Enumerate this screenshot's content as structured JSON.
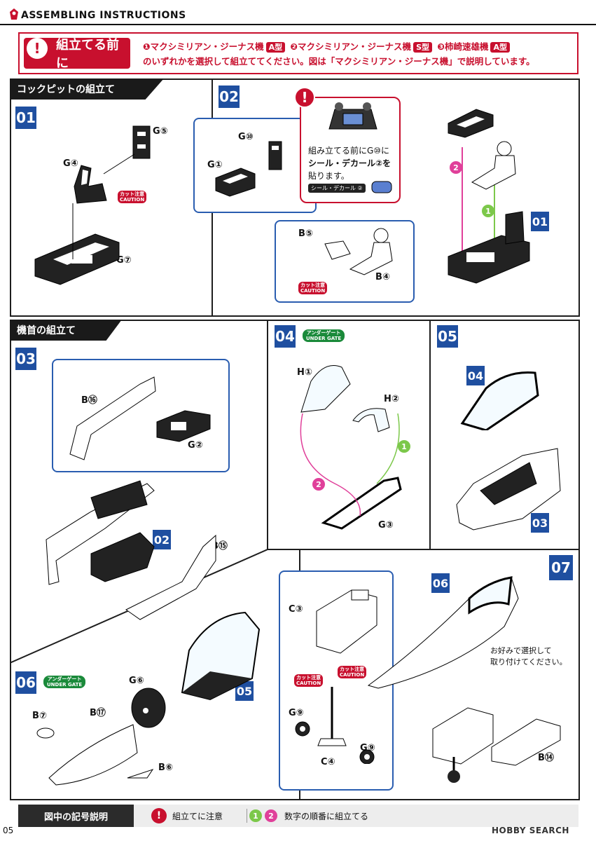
{
  "header": {
    "title": "ASSEMBLING INSTRUCTIONS"
  },
  "notice": {
    "badge": "組立てる前に",
    "line1_a": "❶マクシミリアン・ジーナス機",
    "type_a": "A型",
    "line1_b": "❷マクシミリアン・ジーナス機",
    "type_b": "S型",
    "line1_c": "❸柿崎速雄機",
    "type_c": "A型",
    "line2": "のいずれかを選択して組立ててください。図は「マクシミリアン・ジーナス機」で説明しています。"
  },
  "sections": {
    "cockpit": "コックピットの組立て",
    "nose": "機首の組立て"
  },
  "steps": {
    "s01": "01",
    "s02": "02",
    "s03": "03",
    "s04": "04",
    "s05": "05",
    "s06": "06",
    "s07": "07"
  },
  "parts": {
    "g5": "G⑤",
    "g4": "G④",
    "g7": "G⑦",
    "g10": "G⑩",
    "g1": "G①",
    "b5": "B⑤",
    "b4": "B④",
    "b16": "B⑯",
    "g2": "G②",
    "b15": "B⑮",
    "h1": "H①",
    "h2": "H②",
    "g3": "G③",
    "g6": "G⑥",
    "b7": "B⑦",
    "b17": "B⑰",
    "b6": "B⑥",
    "c3": "C③",
    "g9a": "G⑨",
    "g9b": "G⑨",
    "c4": "C④",
    "b14": "B⑭"
  },
  "refs": {
    "r01": "01",
    "r02": "02",
    "r04": "04",
    "r03": "03",
    "r05": "05",
    "r06": "06"
  },
  "caution": {
    "jp": "カット注意",
    "en": "CAUTION"
  },
  "under_gate": {
    "jp": "アンダーゲート",
    "en": "UNDER GATE"
  },
  "step02_note": {
    "line1": "組み立てる前にG⑩に",
    "line2": "シール・デカール②を",
    "line3": "貼ります。",
    "tag": "シール・デカール ②"
  },
  "step07_note": {
    "line1": "お好みで選択して",
    "line2": "取り付けてください。"
  },
  "order": {
    "one": "1",
    "two": "2"
  },
  "legend": {
    "title": "図中の記号説明",
    "warn": "組立てに注意",
    "order": "数字の順番に組立てる"
  },
  "footer": {
    "page": "05",
    "watermark": "HOBBY SEARCH"
  },
  "colors": {
    "step_blue": "#1f4fa0",
    "warn_red": "#c8102e",
    "gate_green": "#1a8a3a",
    "arrow_pink": "#e0409a",
    "arrow_green": "#7cc84a"
  }
}
